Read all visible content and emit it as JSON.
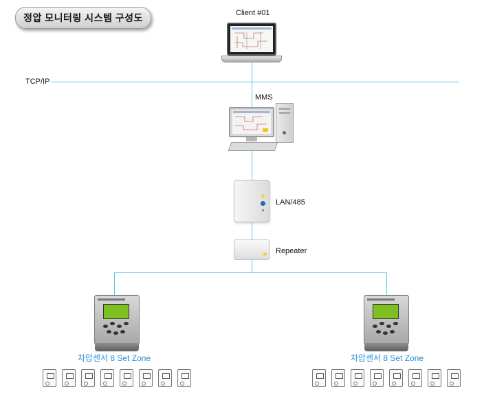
{
  "title": "정압 모니터링 시스템 구성도",
  "labels": {
    "client": "Client #01",
    "tcpip": "TCP/IP",
    "mms": "MMS",
    "lan": "LAN/485",
    "repeater": "Repeater"
  },
  "zones": [
    {
      "label": "차압센서 8 Set Zone",
      "sensor_count": 8
    },
    {
      "label": "차압센서 8 Set Zone",
      "sensor_count": 8
    }
  ],
  "colors": {
    "line": "#5bc3e8",
    "zone_label": "#2a8fd8",
    "lcd": "#7ec020"
  }
}
